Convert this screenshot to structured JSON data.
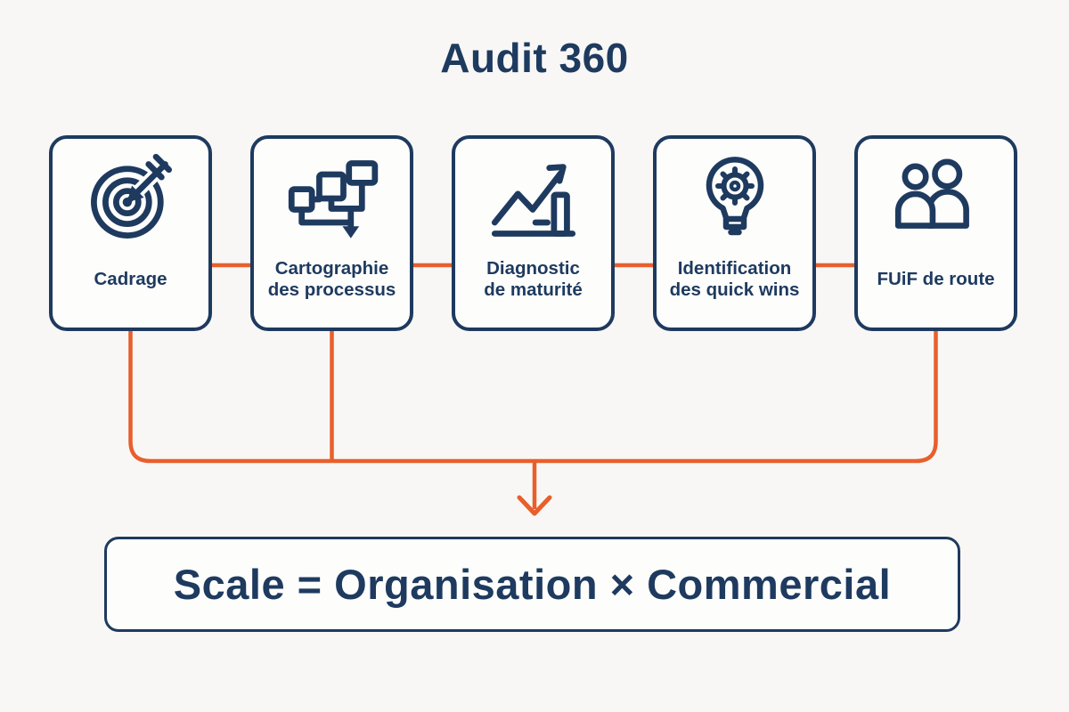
{
  "title": "Audit 360",
  "colors": {
    "navy": "#1e3a5f",
    "orange": "#e85f2c",
    "background": "#f8f7f5",
    "box_fill": "#fdfdfc"
  },
  "steps": [
    {
      "icon": "target-icon",
      "lines": [
        "Cadrage",
        ""
      ]
    },
    {
      "icon": "flowchart-icon",
      "lines": [
        "Cartographie",
        "des processus"
      ]
    },
    {
      "icon": "growth-chart-icon",
      "lines": [
        "Diagnostic",
        "de maturité"
      ]
    },
    {
      "icon": "lightbulb-gear-icon",
      "lines": [
        "Identification",
        "des quick wins"
      ]
    },
    {
      "icon": "team-icon",
      "lines": [
        "FUiF de route",
        ""
      ]
    }
  ],
  "result": {
    "label": "Scale = Organisation × Commercial"
  }
}
